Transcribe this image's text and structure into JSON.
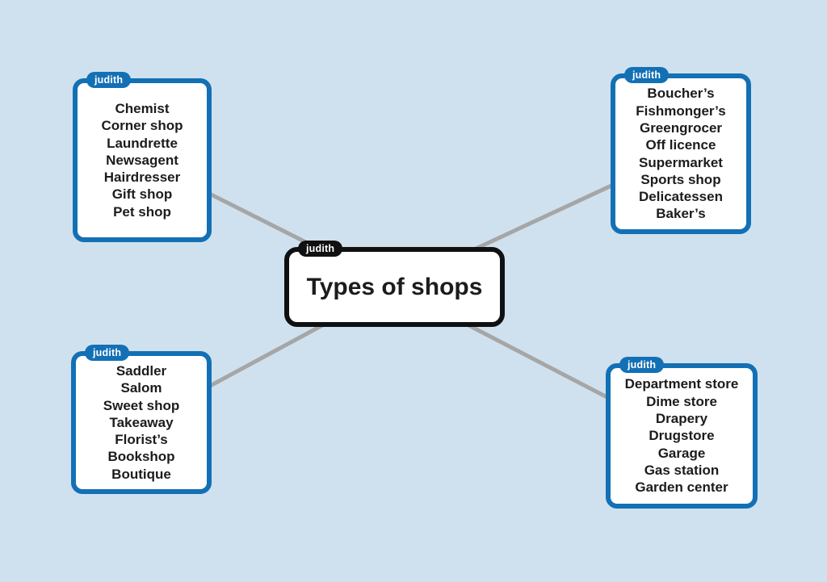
{
  "colors": {
    "background": "#cfe1ef",
    "node_fill": "#ffffff",
    "blue_accent": "#1370b5",
    "center_border": "#101010",
    "connector_gray": "#a6a6a6",
    "text": "#1c1c1c",
    "tag_text": "#ffffff"
  },
  "center_node": {
    "tag": "judith",
    "title": "Types of shops"
  },
  "nodes": [
    {
      "id": "top-left",
      "tag": "judith",
      "items": [
        "Chemist",
        "Corner shop",
        "Laundrette",
        "Newsagent",
        "Hairdresser",
        "Gift shop",
        "Pet shop"
      ]
    },
    {
      "id": "top-right",
      "tag": "judith",
      "items": [
        "Boucher’s",
        "Fishmonger’s",
        "Greengrocer",
        "Off licence",
        "Supermarket",
        "Sports shop",
        "Delicatessen",
        "Baker’s"
      ]
    },
    {
      "id": "bottom-left",
      "tag": "judith",
      "items": [
        "Saddler",
        "Salom",
        "Sweet shop",
        "Takeaway",
        "Florist’s",
        "Bookshop",
        "Boutique"
      ]
    },
    {
      "id": "bottom-right",
      "tag": "judith",
      "items": [
        "Department store",
        "Dime store",
        "Drapery",
        "Drugstore",
        "Garage",
        "Gas station",
        "Garden center"
      ]
    }
  ],
  "connections": [
    {
      "from": "center",
      "to": "top-left"
    },
    {
      "from": "center",
      "to": "top-right"
    },
    {
      "from": "center",
      "to": "bottom-left"
    },
    {
      "from": "center",
      "to": "bottom-right"
    }
  ]
}
